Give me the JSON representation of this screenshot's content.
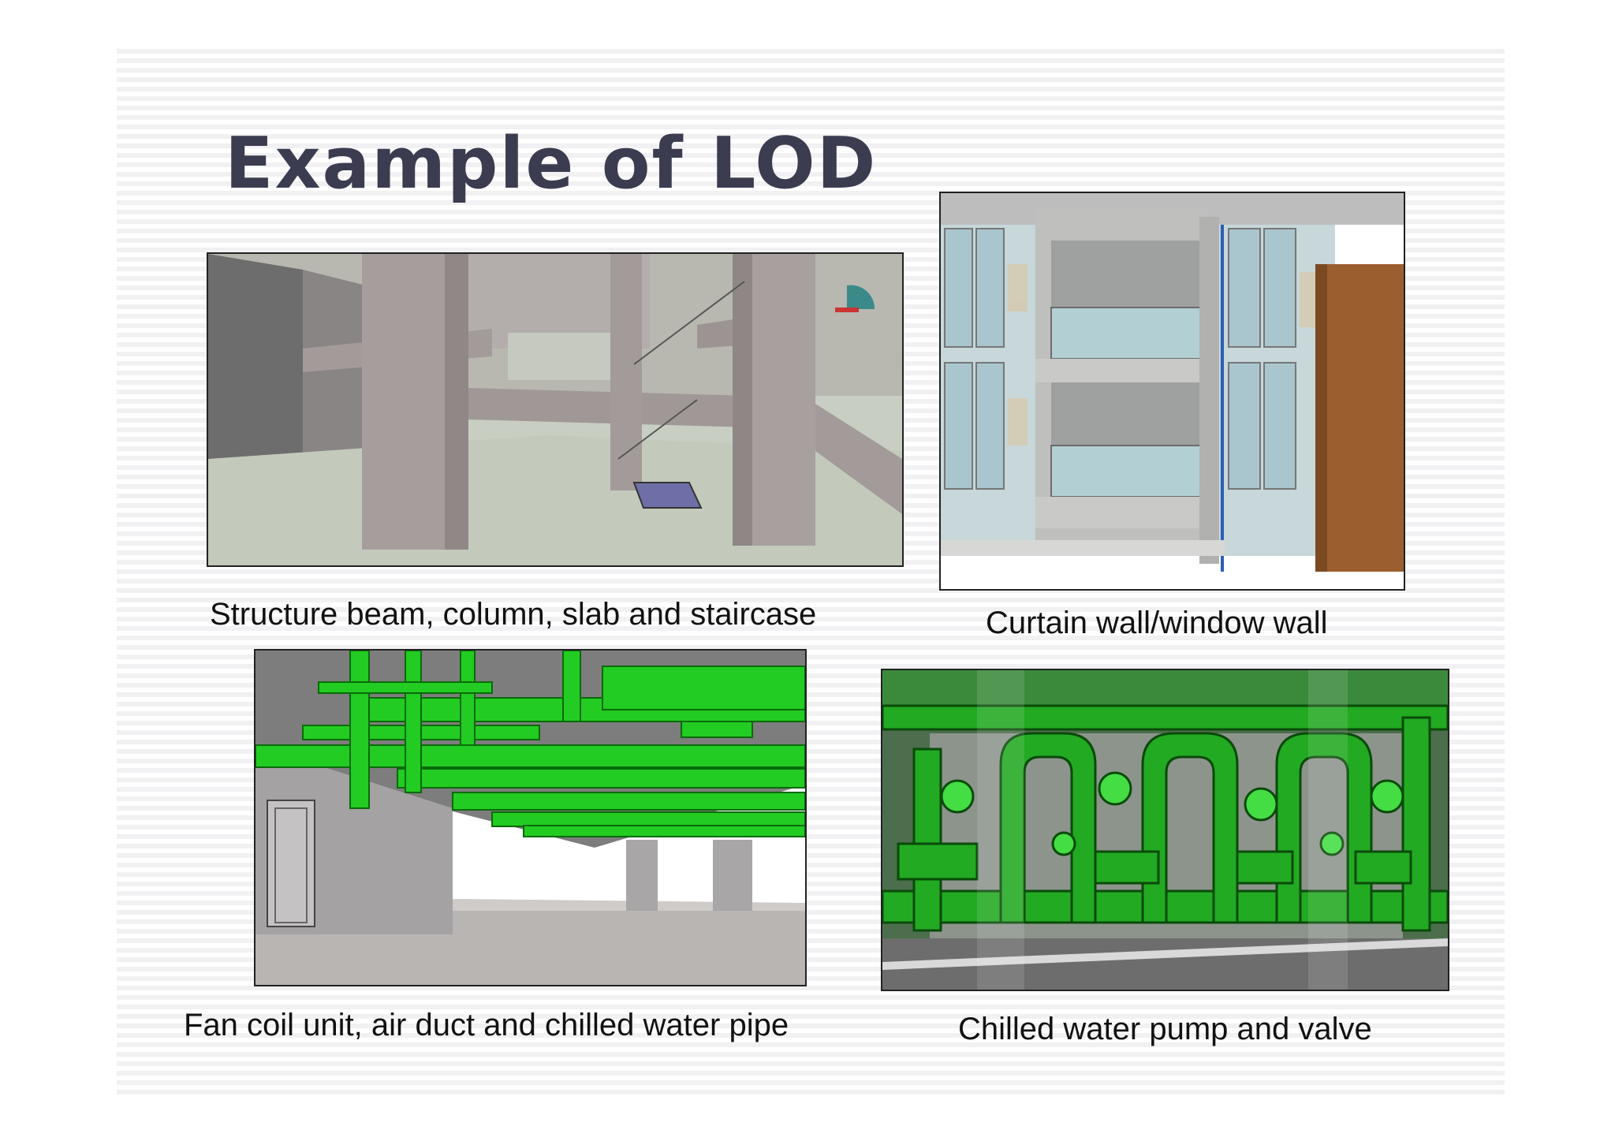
{
  "slide": {
    "title": "Example of LOD"
  },
  "figures": [
    {
      "caption": "Structure beam, column, slab and staircase"
    },
    {
      "caption": "Curtain wall/window wall"
    },
    {
      "caption": "Fan coil unit, air duct and chilled water pipe"
    },
    {
      "caption": "Chilled water pump and valve"
    }
  ],
  "colors": {
    "title": "#3b3c50",
    "mep_green": "#22cc22",
    "structure_gray": "#a39b9a",
    "floor_sage": "#c2c8ba",
    "glass_blue": "#a9c6cf",
    "panel_brown": "#9b5e2e"
  }
}
